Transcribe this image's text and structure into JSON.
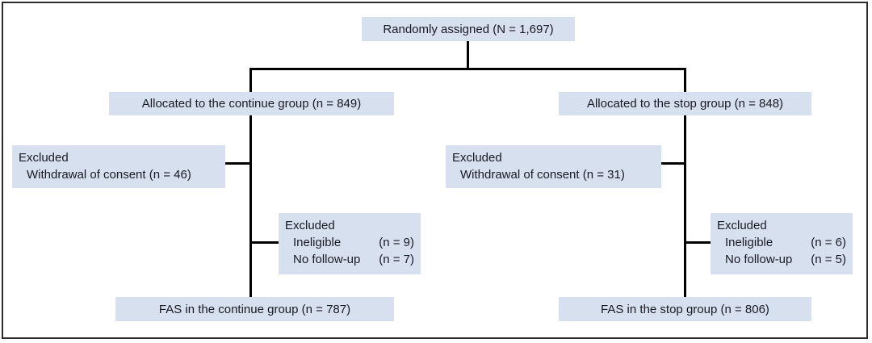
{
  "figure": {
    "type": "consort-flow-diagram",
    "background": "#ffffff",
    "box_fill_color": "#d7e0ee",
    "text_color": "#1a1a24",
    "line_color": "#000000",
    "border_color": "#2d2d2d"
  },
  "nodes": {
    "randomized": {
      "label": "Randomly assigned (N = 1,697)"
    },
    "alloc_continue": {
      "label": "Allocated to the continue group (n = 849)"
    },
    "alloc_stop": {
      "label": "Allocated to the stop group (n = 848)"
    },
    "excl_continue_withdrawal": {
      "title": "Excluded",
      "item": "Withdrawal of consent (n = 46)"
    },
    "excl_stop_withdrawal": {
      "title": "Excluded",
      "item": "Withdrawal of consent (n = 31)"
    },
    "excl_continue_followup": {
      "title": "Excluded",
      "rows": [
        {
          "label": "Ineligible",
          "value": "(n = 9)"
        },
        {
          "label": "No follow-up",
          "value": "(n = 7)"
        }
      ]
    },
    "excl_stop_followup": {
      "title": "Excluded",
      "rows": [
        {
          "label": "Ineligible",
          "value": "(n = 6)"
        },
        {
          "label": "No follow-up",
          "value": "(n = 5)"
        }
      ]
    },
    "fas_continue": {
      "label": "FAS in the continue group (n = 787)"
    },
    "fas_stop": {
      "label": "FAS in the stop group (n = 806)"
    }
  }
}
